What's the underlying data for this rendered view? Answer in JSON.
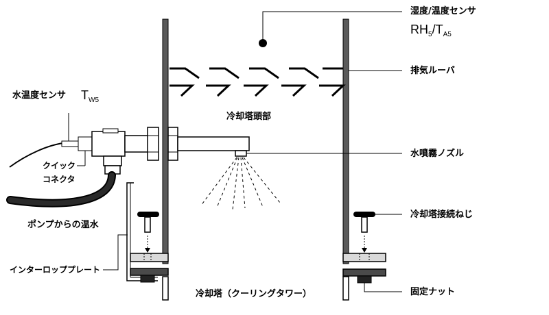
{
  "labels": {
    "humidity_sensor": "湿度/温度センサ",
    "humidity_symbol": {
      "base1": "RH",
      "sub1": "5",
      "sep": "/",
      "base2": "T",
      "sub2": "A5"
    },
    "exhaust_louver": "排気ルーバ",
    "water_temp_sensor": "水温度センサ",
    "water_temp_symbol": {
      "base": "T",
      "sub": "W5"
    },
    "tower_head": "冷却塔頭部",
    "quick_connector_1": "クイック",
    "quick_connector_2": "コネクタ",
    "spray_nozzle": "水噴霧ノズル",
    "tower_screw": "冷却塔接続ねじ",
    "pump_hot_water": "ポンプからの温水",
    "interlop_plate": "インターロッププレート",
    "cooling_tower": "冷却塔（クーリングタワー）",
    "fixing_nut": "固定ナット"
  },
  "colors": {
    "wall": "#5a5a5a",
    "outline": "#000000",
    "plate_light": "#d9d9d9",
    "plate_dark": "#4a4a4a"
  }
}
